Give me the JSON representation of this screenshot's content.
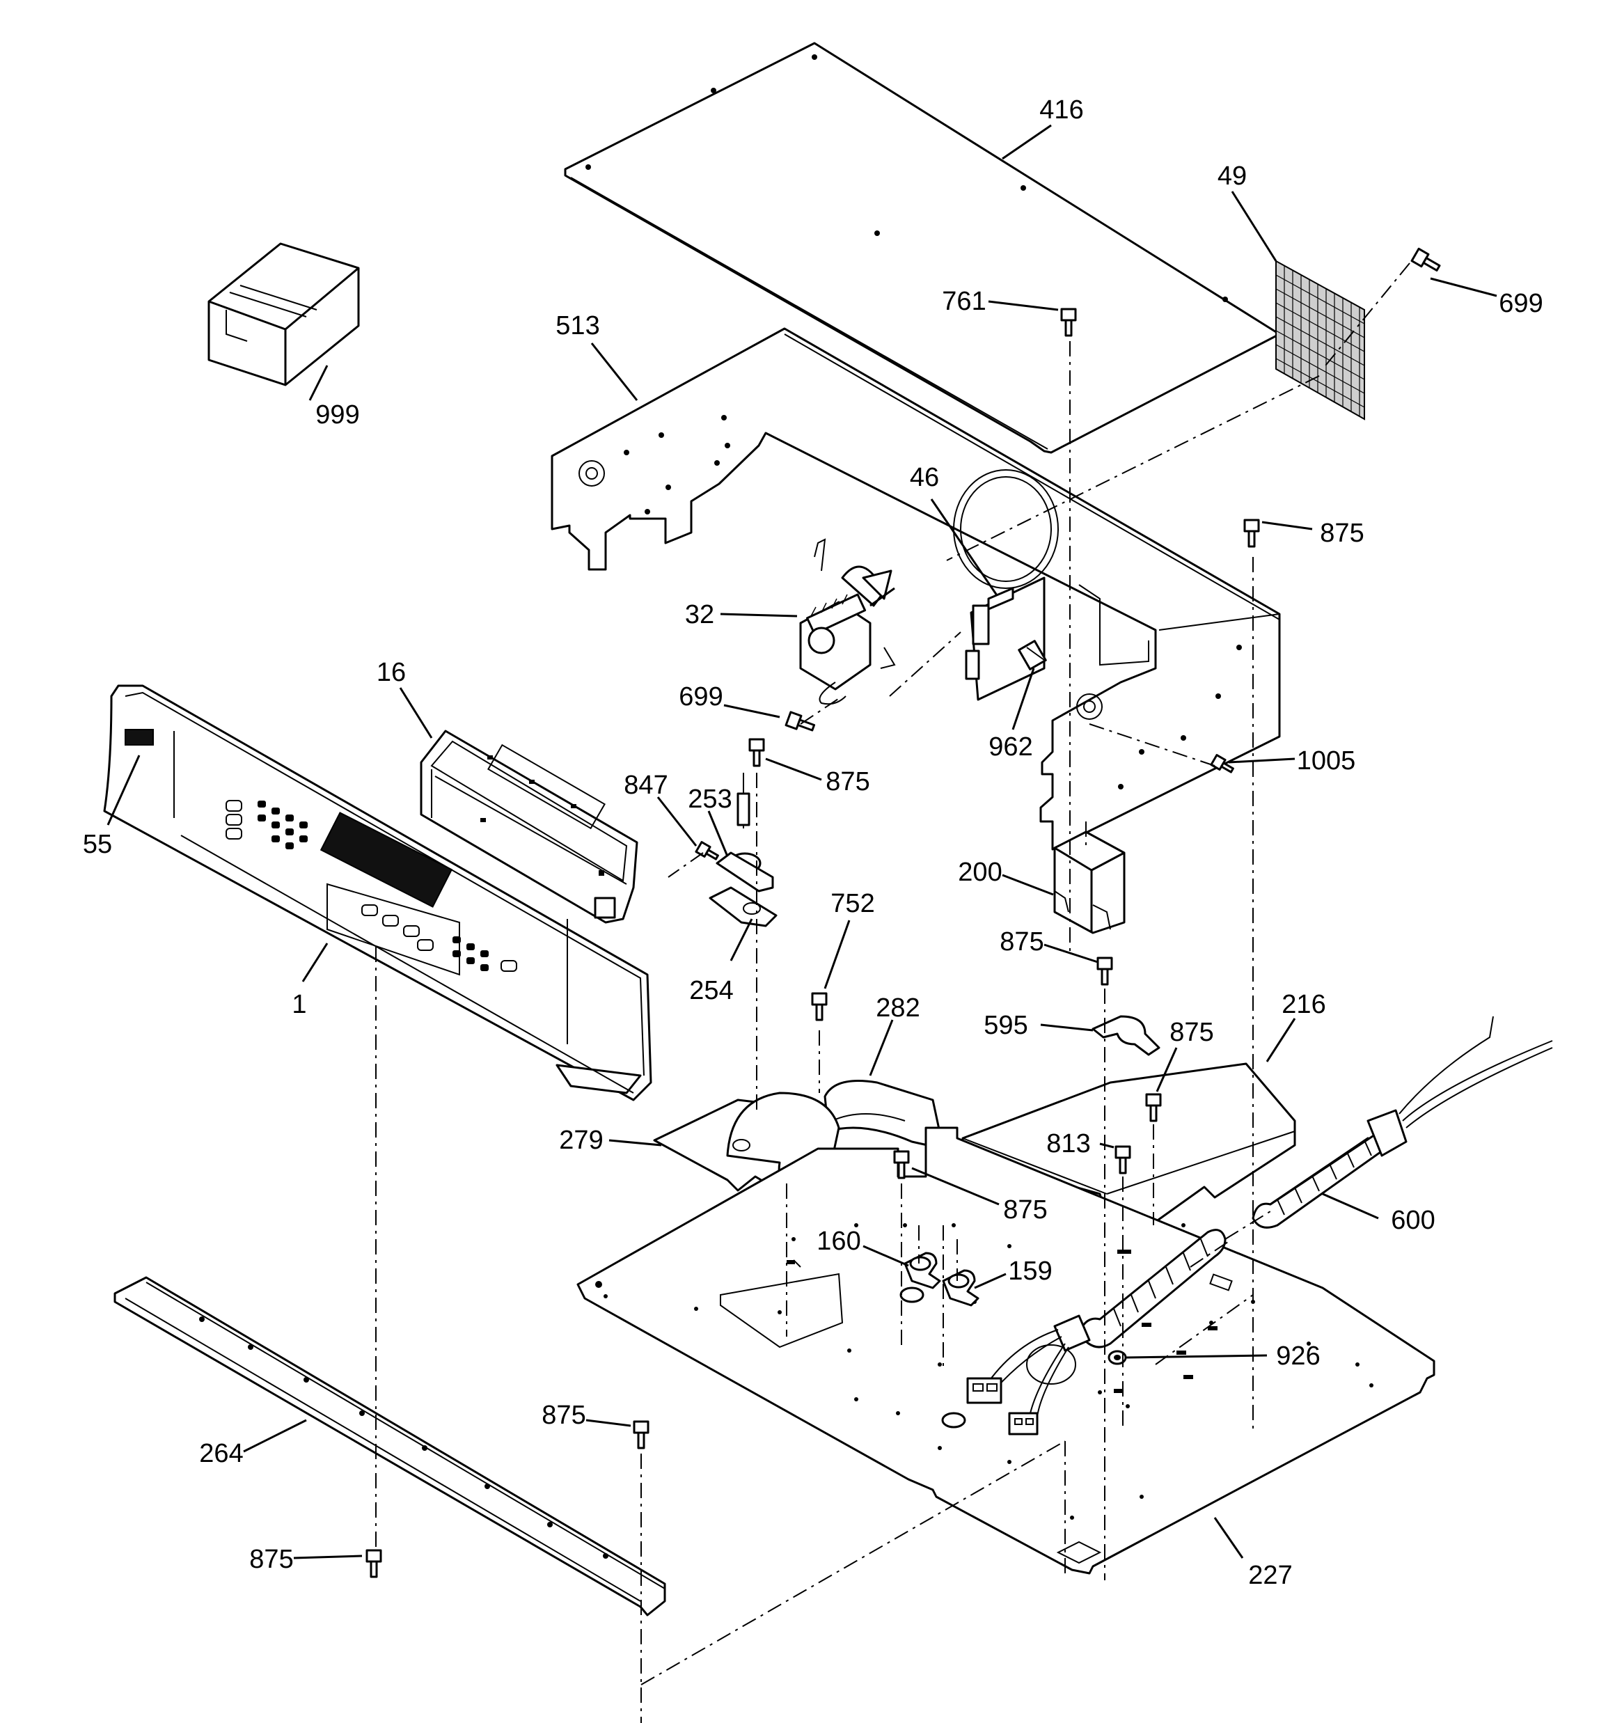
{
  "callouts": [
    "416",
    "49",
    "699",
    "999",
    "513",
    "761",
    "875",
    "46",
    "32",
    "962",
    "1005",
    "699",
    "875",
    "16",
    "55",
    "847",
    "253",
    "200",
    "875",
    "752",
    "254",
    "1",
    "282",
    "595",
    "875",
    "216",
    "279",
    "813",
    "875",
    "600",
    "160",
    "159",
    "926",
    "875",
    "264",
    "875",
    "227"
  ]
}
